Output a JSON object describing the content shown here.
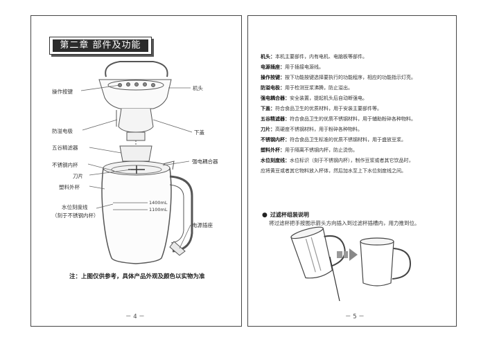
{
  "left_page": {
    "chapter_title": "第二章  部件及功能",
    "labels": {
      "operate_buttons": "操作按键",
      "head": "机头",
      "anti_overflow_electrode": "防溢电极",
      "lower_cover": "下盖",
      "grain_filter": "五谷精滤器",
      "coupler": "强电耦合器",
      "steel_inner_cup": "不锈钢内杯",
      "blade": "刀片",
      "plastic_shell": "塑料外杯",
      "water_level_line": "水位刻度线",
      "water_level_note": "（刻于不锈钢内杯）",
      "power_socket": "电源插座"
    },
    "scale_marks": [
      "1400mL",
      "1100mL"
    ],
    "note": "注：上图仅供参考，具体产品外观及颜色以实物为准",
    "page_number": "－ 4 －"
  },
  "right_page": {
    "parts": [
      {
        "term": "机头：",
        "desc": "本机主要部件，内有电机、电脑板等部件。"
      },
      {
        "term": "电源插座：",
        "desc": "用于插接电源线。"
      },
      {
        "term": "操作按键：",
        "desc": "按下功能按键选择要执行的功能程序，相应的功能指示灯亮。"
      },
      {
        "term": "防溢电极：",
        "desc": "用于检测豆浆沸腾，防止溢出。"
      },
      {
        "term": "强电耦合器：",
        "desc": "安全装置，提起机头后自动断强电。"
      },
      {
        "term": "下盖：",
        "desc": "符合食品卫生的优质材料，用于安装主要部件等。"
      },
      {
        "term": "五谷精滤器：",
        "desc": "符合食品卫生的优质不锈钢材料，用于辅助粉碎各种物料。"
      },
      {
        "term": "刀片：",
        "desc": "高硬度不锈钢材料，用于粉碎各种物料。"
      },
      {
        "term": "不锈钢内杯：",
        "desc": "符合食品卫生标准的优质不锈钢材料，用于盛放豆浆。"
      },
      {
        "term": "塑料外杯：",
        "desc": "用于隔离不锈钢内杯，防止烫伤。"
      },
      {
        "term": "水位刻度线：",
        "desc": "水位标识（刻于不锈钢内杯），制作豆浆或者其它饮品时，",
        "cont": "应将黄豆或者其它物料放入杯体，然后加水至上下水位刻度线之间。"
      }
    ],
    "section_heading": "过滤杯组装说明",
    "section_body": "将过滤杯把手按图示箭头方向插入到过滤杯插槽内，用力推到位。",
    "page_number": "－ 5 －"
  }
}
